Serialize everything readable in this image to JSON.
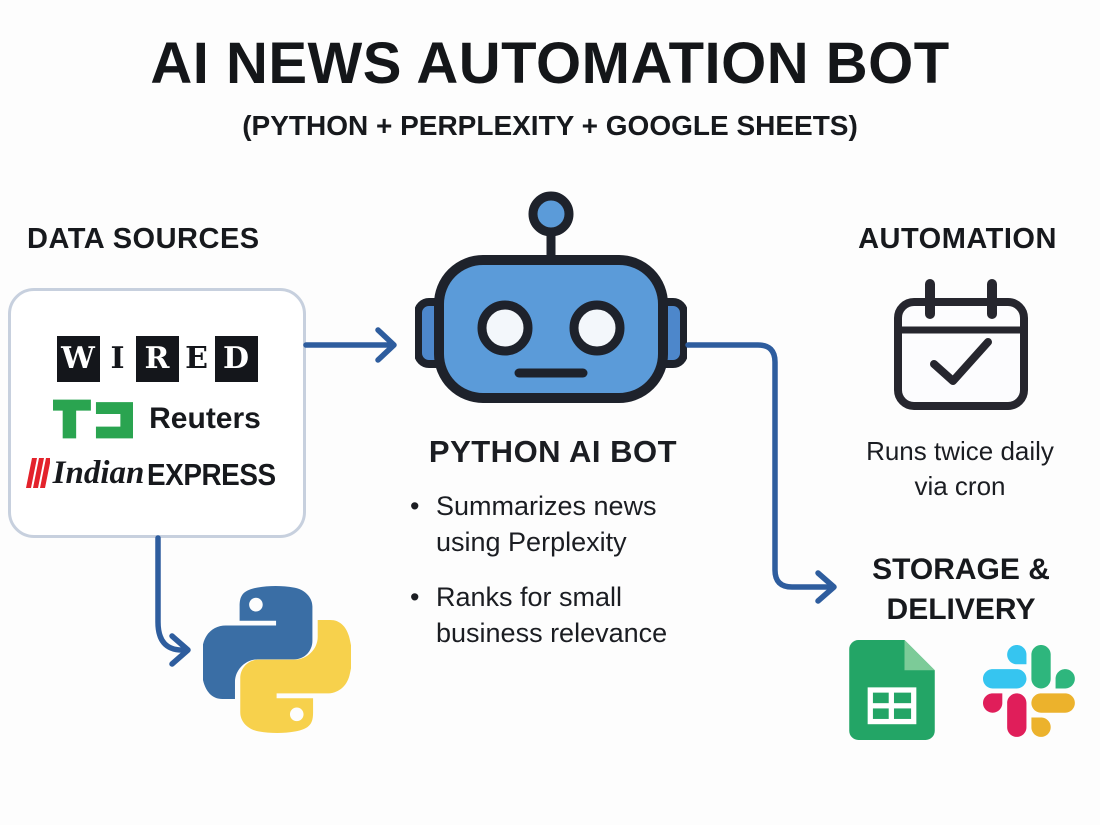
{
  "header": {
    "title": "AI NEWS AUTOMATION BOT",
    "subtitle": "(PYTHON + PERPLEXITY + GOOGLE SHEETS)"
  },
  "sources": {
    "heading": "DATA SOURCES",
    "wired": {
      "l0": "W",
      "l1": "I",
      "l2": "R",
      "l3": "E",
      "l4": "D"
    },
    "reuters_label": "Reuters",
    "indian_express": {
      "script": "Indian",
      "caps": "EXPRESS"
    },
    "icons": {
      "techcrunch": "techcrunch-tc-logo",
      "indian_express_marks": "indian-express-feather-marks"
    }
  },
  "bot": {
    "heading": "PYTHON AI BOT",
    "icon": "robot-icon",
    "bullets": {
      "b1": "Summarizes news using Perplexity",
      "b2": "Ranks for small business relevance"
    }
  },
  "automation": {
    "heading": "AUTOMATION",
    "icon": "calendar-check-icon",
    "caption": "Runs twice daily via cron"
  },
  "storage": {
    "heading": "STORAGE & DELIVERY",
    "icons": {
      "sheets": "google-sheets-icon",
      "slack": "slack-icon"
    }
  },
  "python": {
    "icon": "python-logo-icon"
  },
  "colors": {
    "arrow": "#2e5d9e",
    "outline": "#1e222b",
    "robot_head": "#5b9bd9",
    "robot_ear": "#4d87cb",
    "eye_white": "#f3f7fb",
    "box_border": "#c7d0de",
    "techcrunch_green": "#2aa450",
    "express_red": "#e3222b",
    "sheets_green": "#23a566",
    "sheets_fold": "#7ccb98",
    "slack_blue": "#36c5f0",
    "slack_green": "#2eb67d",
    "slack_red": "#e01e5a",
    "slack_yellow": "#ecb22c",
    "python_blue": "#3a6ea5",
    "python_yellow": "#f7d14c",
    "text": "#17191d"
  }
}
